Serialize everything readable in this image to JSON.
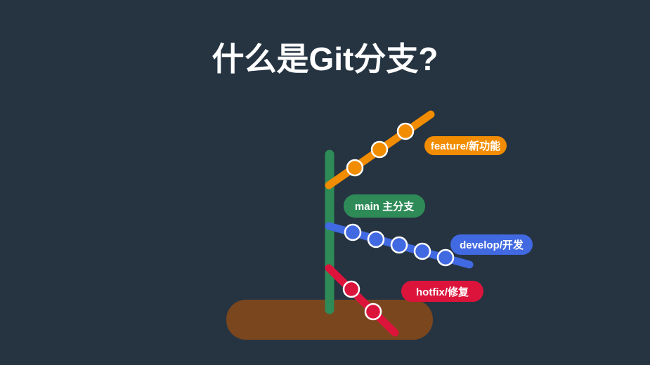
{
  "title": "什么是Git分支?",
  "branches": {
    "main": {
      "label": "main 主分支",
      "color": "#2e8b57"
    },
    "feature": {
      "label": "feature/新功能",
      "color": "#f28c00",
      "commits": 3
    },
    "develop": {
      "label": "develop/开发",
      "color": "#4169e1",
      "commits": 5
    },
    "hotfix": {
      "label": "hotfix/修复",
      "color": "#dc143c",
      "commits": 2
    }
  },
  "ground_color": "#7a461e"
}
